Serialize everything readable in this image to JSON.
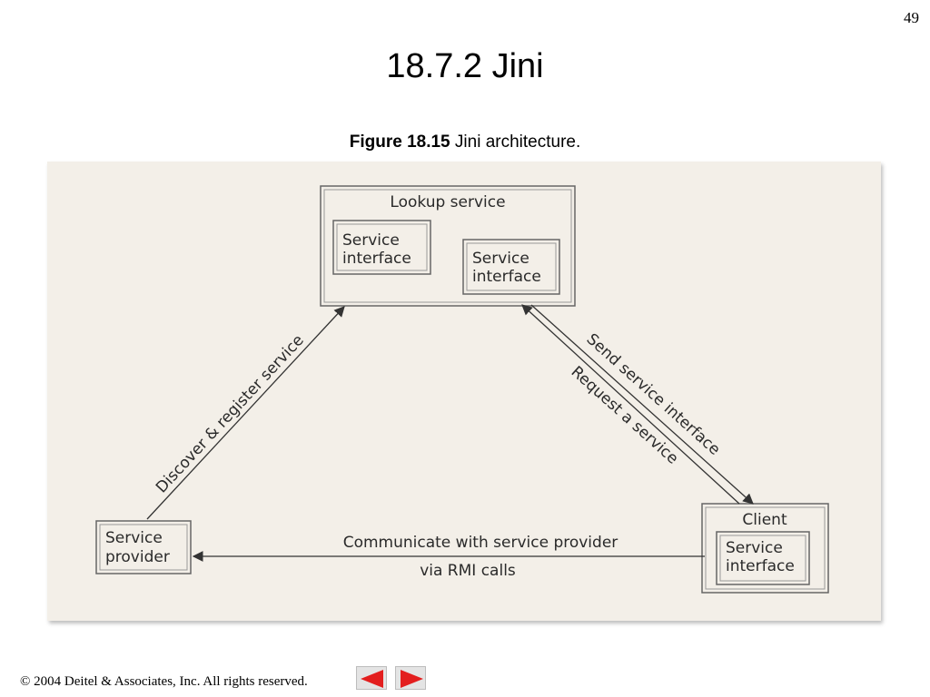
{
  "page_number": "49",
  "title": "18.7.2 Jini",
  "caption": {
    "label": "Figure 18.15",
    "text": "Jini architecture."
  },
  "diagram": {
    "lookup_service": {
      "label": "Lookup service",
      "interfaces": [
        {
          "line1": "Service",
          "line2": "interface"
        },
        {
          "line1": "Service",
          "line2": "interface"
        }
      ]
    },
    "service_provider": {
      "line1": "Service",
      "line2": "provider"
    },
    "client": {
      "label": "Client",
      "interface": {
        "line1": "Service",
        "line2": "interface"
      }
    },
    "edges": {
      "discover": "Discover & register service",
      "send_interface": "Send service interface",
      "request_service": "Request a service",
      "communicate_line1": "Communicate with service provider",
      "communicate_line2": "via RMI calls"
    }
  },
  "footer": {
    "symbol": "©",
    "text": " 2004 Deitel & Associates, Inc.  All rights reserved."
  },
  "nav": {
    "prev": "previous-slide",
    "next": "next-slide"
  },
  "colors": {
    "nav_arrow": "#e31e1e",
    "figure_bg": "#f3efe8",
    "stroke": "#555555"
  }
}
